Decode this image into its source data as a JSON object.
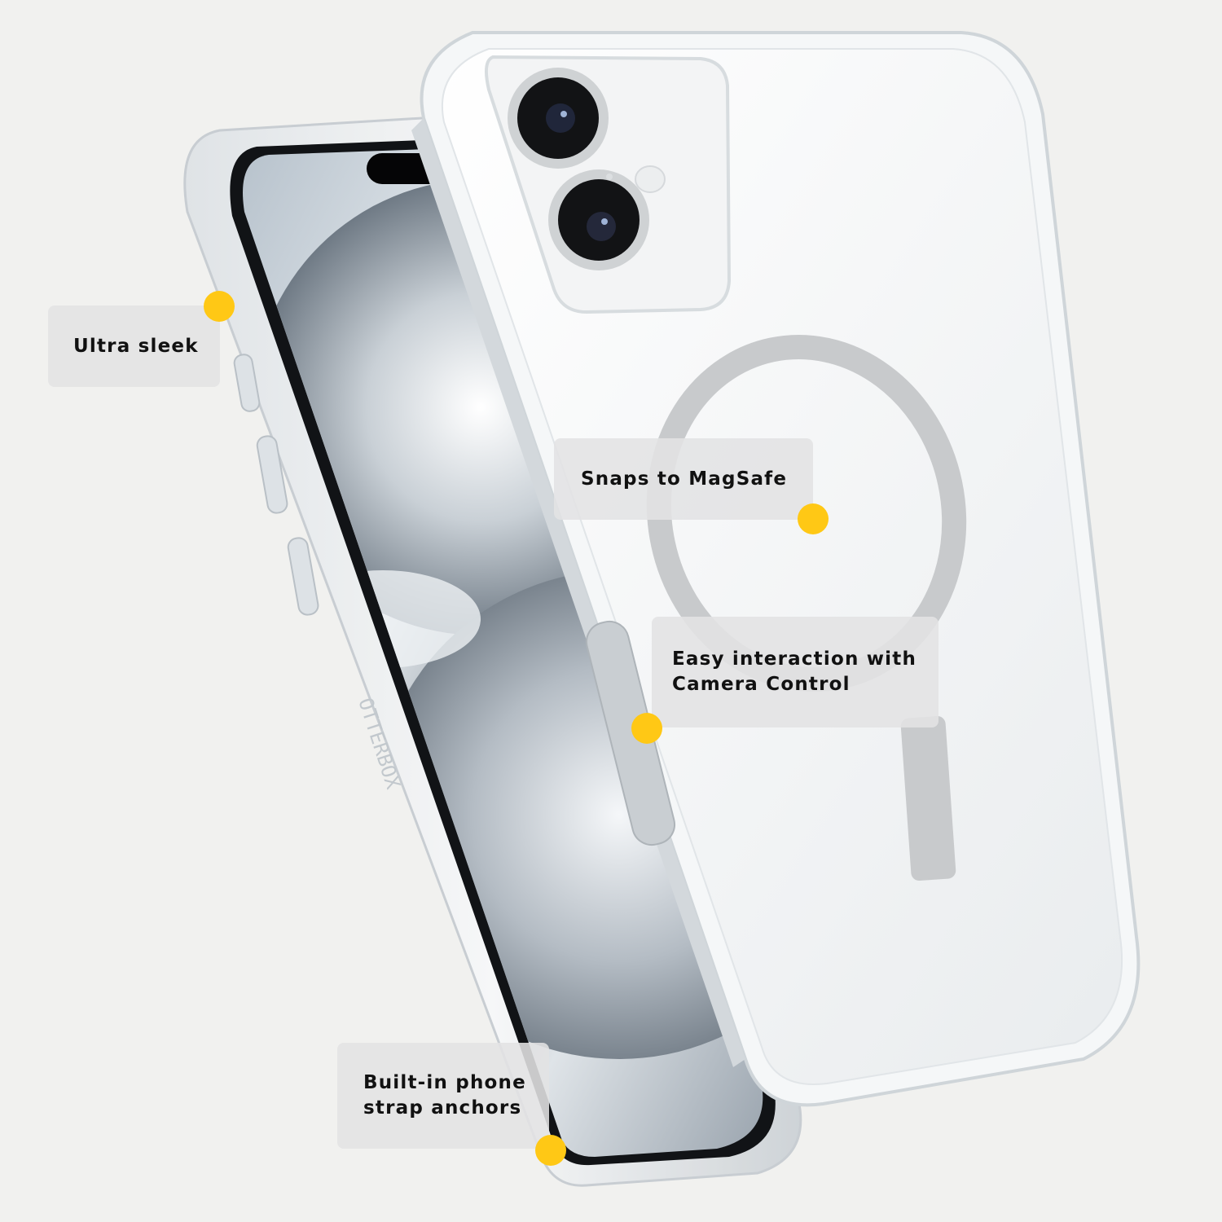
{
  "colors": {
    "background": "#f1f1ef",
    "callout_bg": "#e2e3e4",
    "callout_text": "#111111",
    "marker": "#ffc815",
    "magsafe_ring": "#c5c7c9"
  },
  "product": {
    "description": "Clear phone case with MagSafe ring shown on smartphone, front and back views",
    "embossed_brand_icon": "brand-emboss"
  },
  "callouts": [
    {
      "id": "ultra-sleek",
      "label": "Ultra sleek",
      "marker_icon": "yellow-dot-marker"
    },
    {
      "id": "magsafe",
      "label": "Snaps to MagSafe",
      "marker_icon": "yellow-dot-marker"
    },
    {
      "id": "camera-control",
      "label": "Easy interaction with\nCamera Control",
      "marker_icon": "yellow-dot-marker"
    },
    {
      "id": "strap-anchors",
      "label": "Built-in phone\nstrap anchors",
      "marker_icon": "yellow-dot-marker"
    }
  ]
}
